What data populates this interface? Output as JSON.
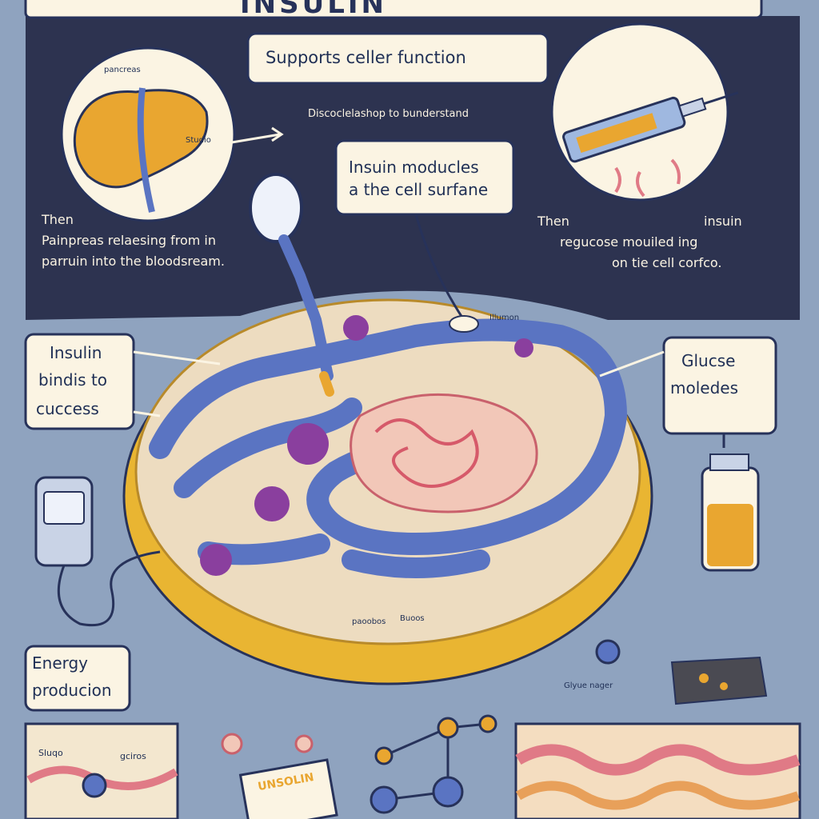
{
  "title": "INSULIN",
  "header_subtitle": "Supports celler function",
  "discover_note": "Discoclelashop to bunderstand",
  "pancreas_circle": {
    "label_top": "pancreas",
    "label_side": "Studio"
  },
  "left_text": {
    "line1": "Then",
    "line2": "Painpreas relaesing from in",
    "line3": "parruin into the bloodsream."
  },
  "right_text": {
    "line1_left": "Then",
    "line1_right": "insuin",
    "line2": "regucose mouiled ing",
    "line3": "on tie cell corfco."
  },
  "callouts": {
    "center_line1": "Insuin moducles",
    "center_line2": "a the cell surfane",
    "binds_line1": "Insulin",
    "binds_line2": "bindis to",
    "binds_line3": "cuccess",
    "glucose_line1": "Glucse",
    "glucose_line2": "moledes",
    "energy_line1": "Energy",
    "energy_line2": "producion"
  },
  "small_labels": {
    "cell_top": "Illumon",
    "cell_bottom_left": "paoobos",
    "cell_bottom_right": "Buoos",
    "glucose_tissue": "Glyue nager",
    "bottom_left_1": "Sluqo",
    "bottom_left_2": "gciros",
    "book": "UNSOLIN"
  },
  "colors": {
    "background": "#8fa3bf",
    "dark_panel": "#2d3350",
    "cream": "#fbf4e3",
    "navy": "#27325a",
    "cell_yellow": "#e9b532",
    "vesicle_blue": "#5a74c2",
    "purple": "#8a3f9e",
    "pink": "#e07a86"
  }
}
